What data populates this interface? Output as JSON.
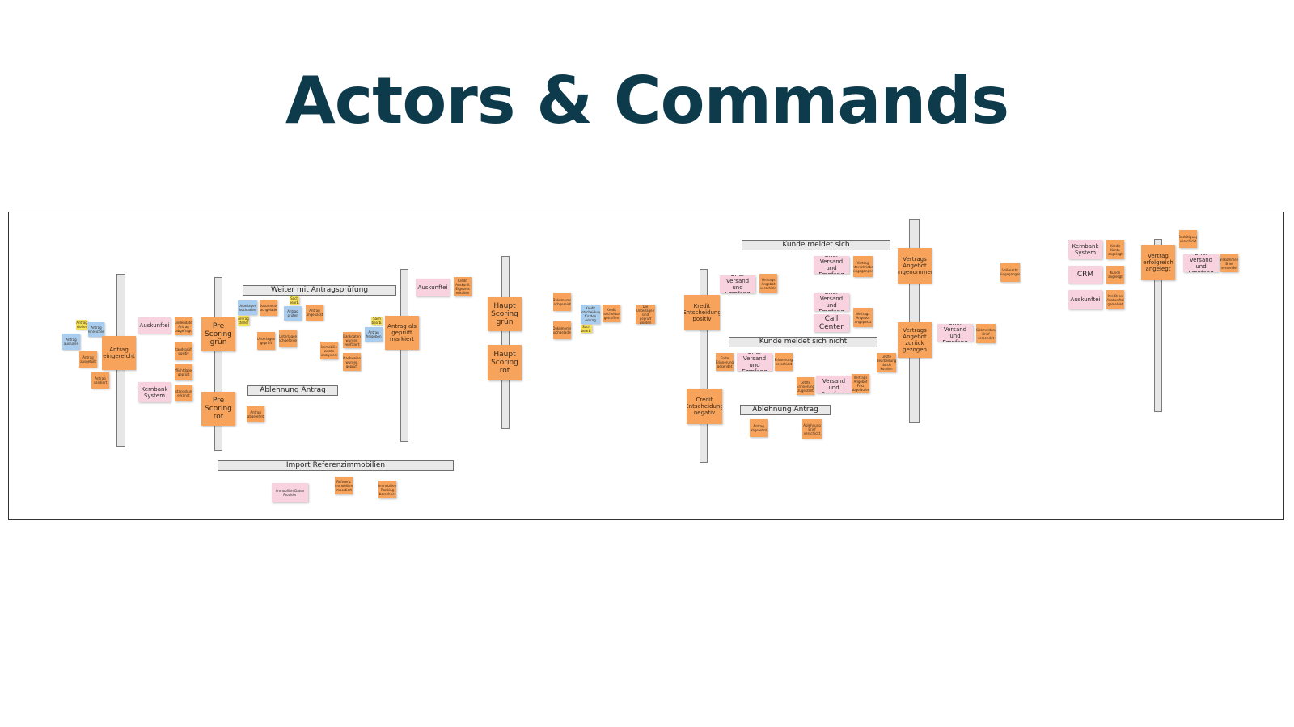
{
  "title": "Actors & Commands",
  "lanes": {
    "weiter": "Weiter mit Antragsprüfung",
    "ablehnung1": "Ablehnung Antrag",
    "import": "Import Referenzimmobilien",
    "meldet": "Kunde meldet sich",
    "meldetnicht": "Kunde meldet sich nicht",
    "ablehnung2": "Ablehnung Antrag"
  },
  "notes": {
    "antrag_eingereicht": "Antrag eingereicht",
    "pre_gruen": "Pre Scoring grün",
    "pre_rot": "Pre Scoring rot",
    "antrag_geprueft": "Antrag als geprüft markiert",
    "haupt_gruen": "Haupt Scoring grün",
    "haupt_rot": "Haupt Scoring rot",
    "auskunftei1": "Auskunftei",
    "kernbank1": "Kernbank System",
    "auskunftei2": "Auskunftei",
    "immo_provider": "Immobilien Daten Provider",
    "brief1": "Brief Versand und Empfang",
    "brief2": "Brief Versand und Empfang",
    "brief3": "Brief Versand und Empfang",
    "call_center": "Call Center",
    "brief4": "Brief Versand und Empfang",
    "brief5": "Brief Versand und Empfang",
    "kredit_positiv": "Kredit Entscheidung positiv",
    "kredit_negativ": "Credit Entscheidung negativ",
    "angebot_angenommen": "Vertrags Angebot angenommen",
    "angebot_zurueck": "Vertrags Angebot zurück gezogen",
    "brief6": "Brief Versand und Empfang",
    "kernbank2": "Kernbank System",
    "crm": "CRM",
    "auskunftei3": "Auskunftei",
    "vertrag_angelegt": "Vertrag erfolgreich angelegt",
    "brief7": "Brief Versand und Empfang"
  },
  "colors": {
    "event": "#f7a35c",
    "system": "#f8d3df",
    "command": "#a9cdee",
    "actor": "#f4e15a",
    "title": "#0d3b4c"
  }
}
